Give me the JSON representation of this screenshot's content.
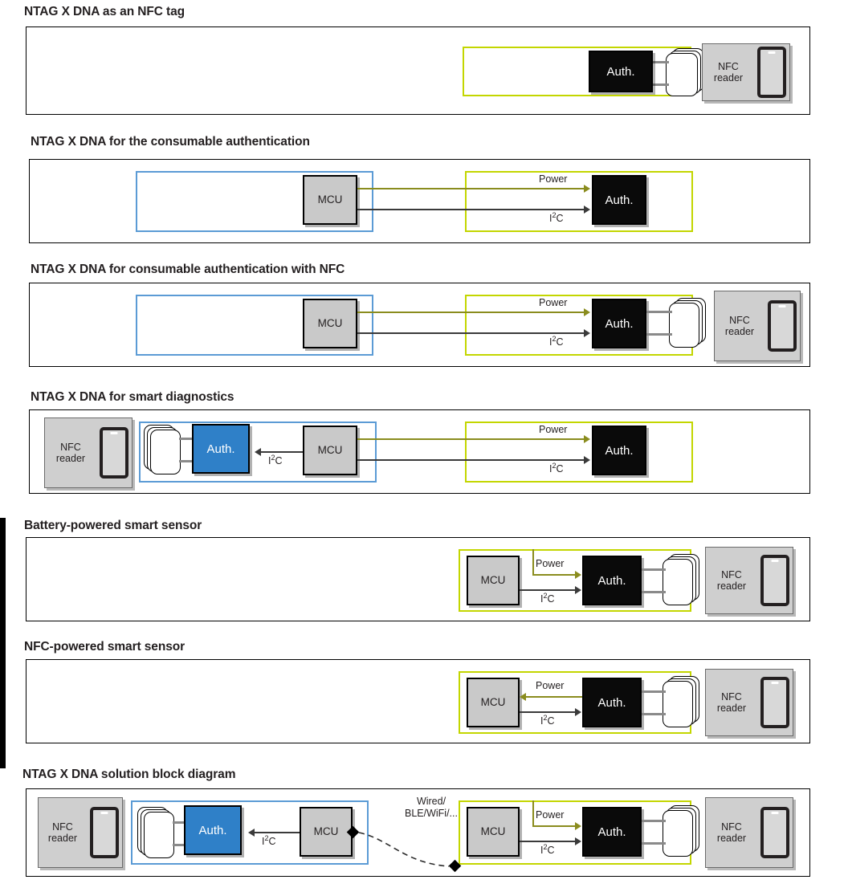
{
  "meta": {
    "colors": {
      "green": "#c3d600",
      "blue_border": "#5b9bd5",
      "blue_fill": "#2f80c8",
      "mcu_gray": "#c9c9c9",
      "auth_black": "#0a0a0a",
      "reader_gray": "#cfcfcf",
      "power_arrow": "#8a8c1e",
      "i2c_arrow": "#3a3a3a",
      "text": "#231f20"
    }
  },
  "labels": {
    "auth": "Auth.",
    "mcu": "MCU",
    "power": "Power",
    "i2c_prefix": "I",
    "i2c_sup": "2",
    "i2c_suffix": "C",
    "nfc_reader_line1": "NFC",
    "nfc_reader_line2": "reader",
    "wired_line1": "Wired/",
    "wired_line2": "BLE/WiFi/..."
  },
  "sections": [
    {
      "id": "nfc-tag",
      "title": "NTAG X DNA as an NFC tag",
      "blocks": [
        {
          "name": "auth-block",
          "label": "Auth."
        }
      ],
      "readers": [
        {
          "name": "nfc-reader",
          "line1": "NFC",
          "line2": "reader"
        }
      ],
      "connections": []
    },
    {
      "id": "consumable-authentication",
      "title": "NTAG X DNA for the consumable authentication",
      "blocks": [
        {
          "name": "mcu-block",
          "label": "MCU"
        },
        {
          "name": "auth-block",
          "label": "Auth."
        }
      ],
      "readers": [],
      "connections": [
        {
          "name": "power-connection",
          "label": "Power",
          "direction": "right",
          "kind": "power"
        },
        {
          "name": "i2c-connection",
          "label": "I2C",
          "direction": "right",
          "kind": "i2c"
        }
      ]
    },
    {
      "id": "consumable-authentication-with-nfc",
      "title": "NTAG X DNA for consumable authentication with NFC",
      "blocks": [
        {
          "name": "mcu-block",
          "label": "MCU"
        },
        {
          "name": "auth-block",
          "label": "Auth."
        }
      ],
      "readers": [
        {
          "name": "nfc-reader",
          "line1": "NFC",
          "line2": "reader"
        }
      ],
      "connections": [
        {
          "name": "power-connection",
          "label": "Power",
          "direction": "right",
          "kind": "power"
        },
        {
          "name": "i2c-connection",
          "label": "I2C",
          "direction": "right",
          "kind": "i2c"
        }
      ]
    },
    {
      "id": "smart-diagnostics",
      "title": "NTAG X DNA for smart diagnostics",
      "blocks": [
        {
          "name": "auth-block-blue",
          "label": "Auth."
        },
        {
          "name": "mcu-block",
          "label": "MCU"
        },
        {
          "name": "auth-block",
          "label": "Auth."
        }
      ],
      "readers": [
        {
          "name": "nfc-reader",
          "line1": "NFC",
          "line2": "reader"
        }
      ],
      "connections": [
        {
          "name": "i2c-connection-left",
          "label": "I2C",
          "direction": "left",
          "kind": "i2c"
        },
        {
          "name": "power-connection",
          "label": "Power",
          "direction": "right",
          "kind": "power"
        },
        {
          "name": "i2c-connection",
          "label": "I2C",
          "direction": "right",
          "kind": "i2c"
        }
      ]
    },
    {
      "id": "battery-powered-smart-sensor",
      "title": "Battery-powered smart sensor",
      "blocks": [
        {
          "name": "mcu-block",
          "label": "MCU"
        },
        {
          "name": "auth-block",
          "label": "Auth."
        }
      ],
      "readers": [
        {
          "name": "nfc-reader",
          "line1": "NFC",
          "line2": "reader"
        }
      ],
      "connections": [
        {
          "name": "power-connection",
          "label": "Power",
          "direction": "right",
          "kind": "power"
        },
        {
          "name": "i2c-connection",
          "label": "I2C",
          "direction": "right",
          "kind": "i2c"
        }
      ]
    },
    {
      "id": "nfc-powered-smart-sensor",
      "title": "NFC-powered smart sensor",
      "blocks": [
        {
          "name": "mcu-block",
          "label": "MCU"
        },
        {
          "name": "auth-block",
          "label": "Auth."
        }
      ],
      "readers": [
        {
          "name": "nfc-reader",
          "line1": "NFC",
          "line2": "reader"
        }
      ],
      "connections": [
        {
          "name": "power-connection",
          "label": "Power",
          "direction": "left",
          "kind": "power"
        },
        {
          "name": "i2c-connection",
          "label": "I2C",
          "direction": "right",
          "kind": "i2c"
        }
      ]
    },
    {
      "id": "solution-block-diagram",
      "title": "NTAG X DNA solution block diagram",
      "blocks": [
        {
          "name": "auth-block-blue",
          "label": "Auth."
        },
        {
          "name": "mcu-block-left",
          "label": "MCU"
        },
        {
          "name": "mcu-block-right",
          "label": "MCU"
        },
        {
          "name": "auth-block",
          "label": "Auth."
        }
      ],
      "readers": [
        {
          "name": "nfc-reader-left",
          "line1": "NFC",
          "line2": "reader"
        },
        {
          "name": "nfc-reader-right",
          "line1": "NFC",
          "line2": "reader"
        }
      ],
      "connections": [
        {
          "name": "i2c-connection-left",
          "label": "I2C",
          "direction": "left",
          "kind": "i2c"
        },
        {
          "name": "wired-link",
          "label": "Wired/ BLE/WiFi/...",
          "direction": "bidirectional",
          "kind": "dashed"
        },
        {
          "name": "power-connection",
          "label": "Power",
          "direction": "right",
          "kind": "power"
        },
        {
          "name": "i2c-connection",
          "label": "I2C",
          "direction": "right",
          "kind": "i2c"
        }
      ]
    }
  ]
}
